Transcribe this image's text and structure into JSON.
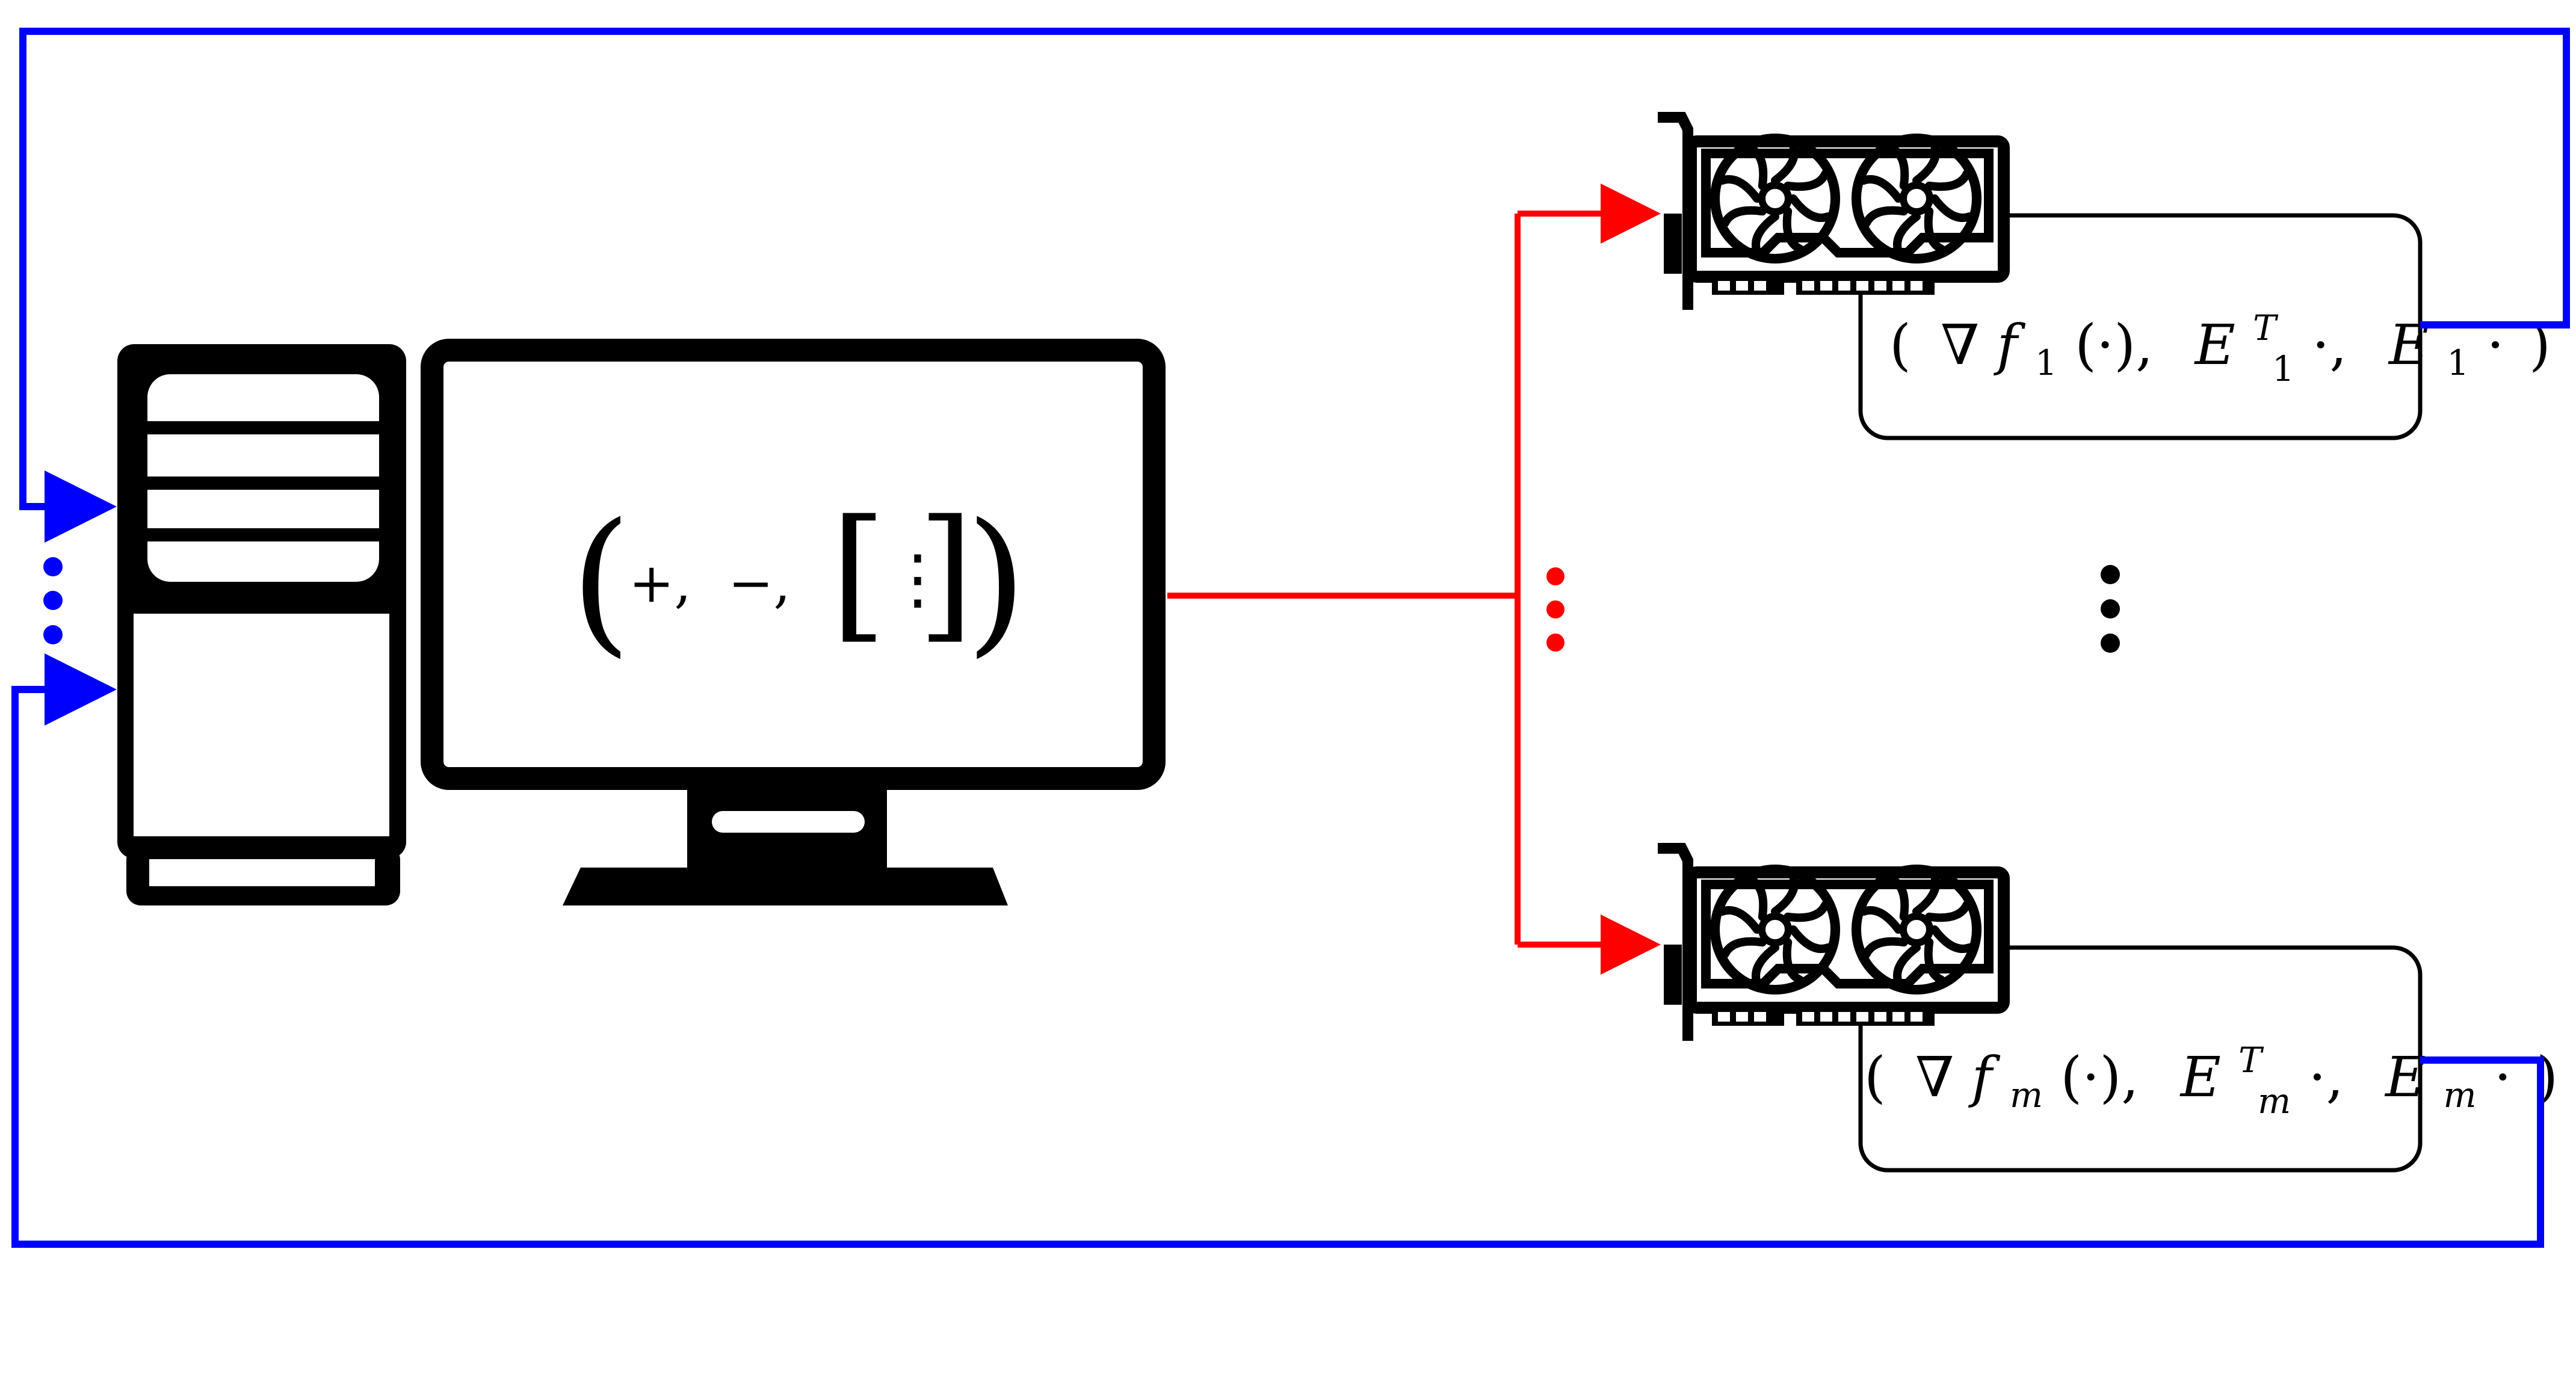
{
  "central_node": {
    "operations_label": {
      "open_paren": "(",
      "plus": "+,",
      "minus": "−,",
      "open_bracket": "[",
      "dots": "⋮",
      "close_bracket": "]",
      "close_paren": ")"
    }
  },
  "workers": [
    {
      "label": {
        "open": "(",
        "nabla": "∇",
        "f": "f",
        "f_sub": "1",
        "arg": "(·),",
        "E": "E",
        "E_sup": "T",
        "E_sub": "1",
        "E_tail": "·,",
        "E2": "E",
        "E2_sub": "1",
        "E2_tail": "·",
        "close": ")"
      }
    },
    {
      "label": {
        "open": "(",
        "nabla": "∇",
        "f": "f",
        "f_sub": "m",
        "arg": "(·),",
        "E": "E",
        "E_sup": "T",
        "E_sub": "m",
        "E_tail": "·,",
        "E2": "E",
        "E2_sub": "m",
        "E2_tail": "·",
        "close": ")"
      }
    }
  ],
  "colors": {
    "broadcast": "#ff0000",
    "feedback": "#0000ff",
    "icons": "#000000"
  },
  "icons": [
    "desktop-tower-icon",
    "monitor-icon",
    "gpu-card-icon"
  ]
}
